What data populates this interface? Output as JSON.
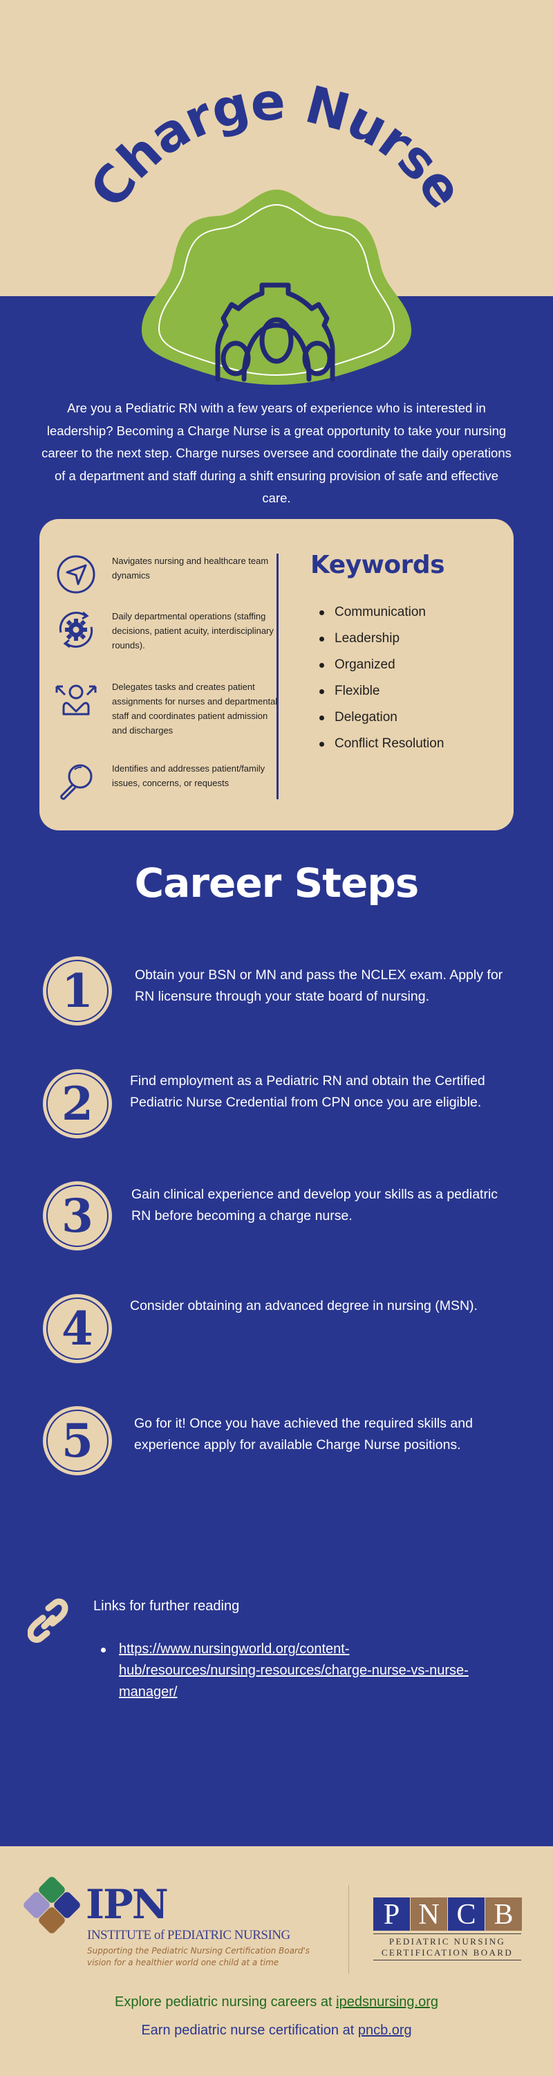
{
  "header": {
    "title": "Charge Nurse"
  },
  "intro": {
    "text": "Are you a Pediatric RN with a few years of experience who is interested in leadership? Becoming a Charge Nurse is a great opportunity to take your nursing career to the next step. Charge nurses oversee and coordinate the daily operations of a department and staff during a shift ensuring provision of safe and effective care."
  },
  "duties": [
    {
      "icon": "navigation-arrow-icon",
      "text": "Navigates nursing and healthcare team dynamics"
    },
    {
      "icon": "gear-cycle-icon",
      "text": "Daily departmental operations (staffing decisions, patient acuity, interdisciplinary rounds)."
    },
    {
      "icon": "delegate-person-icon",
      "text": "Delegates tasks and creates patient assignments for nurses and departmental staff and coordinates patient admission and discharges"
    },
    {
      "icon": "magnifying-glass-icon",
      "text": "Identifies and addresses patient/family issues, concerns, or requests"
    }
  ],
  "keywords": {
    "title": "Keywords",
    "items": [
      "Communication",
      "Leadership",
      "Organized",
      "Flexible",
      "Delegation",
      "Conflict Resolution"
    ]
  },
  "career_steps": {
    "heading": "Career Steps",
    "steps": [
      {
        "number": "1",
        "text": "Obtain your BSN or MN and pass the NCLEX exam. Apply for RN licensure through your state board of nursing."
      },
      {
        "number": "2",
        "text": "Find employment as a Pediatric RN and obtain the Certified Pediatric Nurse Credential from CPN once you are eligible."
      },
      {
        "number": "3",
        "text": "Gain clinical experience and develop your skills as a pediatric RN before becoming a charge nurse."
      },
      {
        "number": "4",
        "text": "Consider obtaining an advanced degree in nursing (MSN)."
      },
      {
        "number": "5",
        "text": "Go for it! Once you have achieved the required skills and experience apply for available Charge Nurse positions."
      }
    ]
  },
  "links": {
    "heading": "Links for further reading",
    "items": [
      {
        "text": "https://www.nursingworld.org/content-hub/resources/nursing-resources/charge-nurse-vs-nurse-manager/"
      }
    ]
  },
  "footer": {
    "ipn": {
      "abbr": "IPN",
      "name": "INSTITUTE of PEDIATRIC NURSING",
      "tagline": "Supporting the Pediatric Nursing Certification Board's vision for a healthier world one child at a time"
    },
    "pncb": {
      "letters": [
        "P",
        "N",
        "C",
        "B"
      ],
      "line1": "PEDIATRIC NURSING",
      "line2": "CERTIFICATION BOARD"
    },
    "line1_prefix": "Explore pediatric nursing careers at ",
    "line1_link": "ipedsnursing.org",
    "line2_prefix": "Earn pediatric nurse certification at ",
    "line2_link": "pncb.org"
  },
  "colors": {
    "navy": "#29368f",
    "beige": "#e8d3b0",
    "green": "#8db843",
    "footer_green": "#1f6b1f",
    "brown": "#9a6a3a"
  }
}
